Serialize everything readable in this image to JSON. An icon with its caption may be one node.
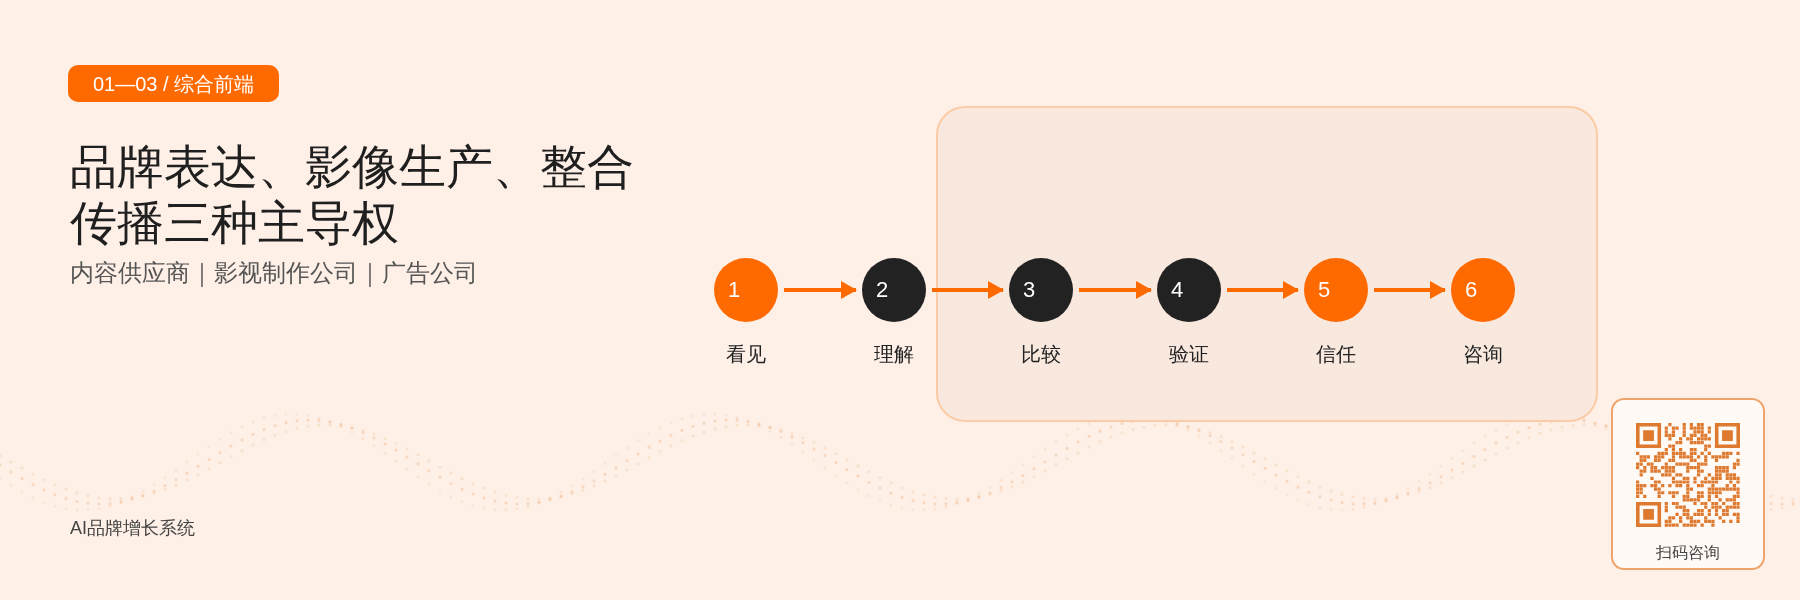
{
  "diagram": {
    "title": "品牌表达、影像生产、整合传播三种主导权",
    "nodes": [
      {
        "text": [
          "01—03 / 综合前端"
        ]
      },
      {
        "text": [
          "1"
        ],
        "beside": [
          "看见"
        ]
      },
      {
        "text": [
          "2"
        ],
        "beside": [
          "理解"
        ]
      },
      {
        "text": [],
        "shape": "box"
      },
      {
        "text": [
          "3"
        ],
        "beside": [
          "比较"
        ],
        "in": 3
      },
      {
        "text": [
          "4"
        ],
        "beside": [
          "验证"
        ],
        "in": 3
      },
      {
        "text": [
          "5"
        ],
        "beside": [
          "信任"
        ],
        "in": 3
      },
      {
        "text": [
          "6"
        ],
        "beside": [
          "咨询"
        ],
        "in": 3
      },
      {
        "text": [
          "扫码咨询"
        ]
      }
    ],
    "edges": [
      {
        "from": 1,
        "to": 2,
        "arrow": "to"
      },
      {
        "from": 2,
        "to": 4,
        "arrow": "to"
      },
      {
        "from": 4,
        "to": 5,
        "arrow": "to"
      },
      {
        "from": 5,
        "to": 6,
        "arrow": "to"
      },
      {
        "from": 6,
        "to": 7,
        "arrow": "to"
      }
    ],
    "labels": [
      "内容供应商｜影视制作公司｜广告公司",
      "AI品牌增长系统"
    ]
  }
}
